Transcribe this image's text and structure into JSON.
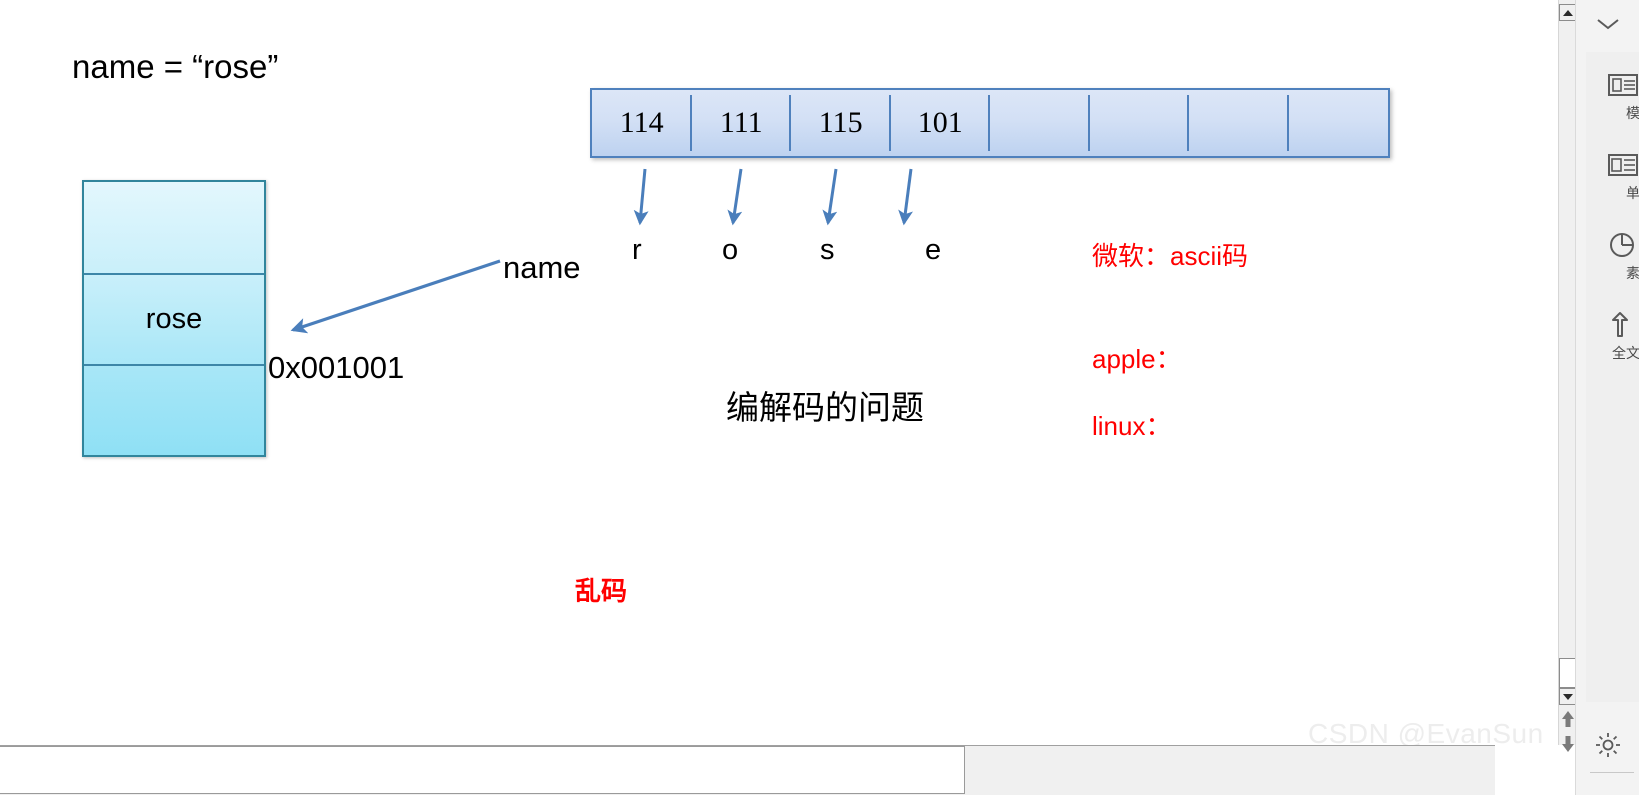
{
  "slide": {
    "assignment": "name = “rose”",
    "memory_block": {
      "cells": [
        "",
        "rose",
        ""
      ],
      "value_label": "rose",
      "pointer_label": "name",
      "address_label": "0x001001",
      "fill_top_color": "#E3F7FD",
      "fill_bottom_color": "#8FE0F5",
      "border_color": "#31859C"
    },
    "byte_array": {
      "cells": [
        "114",
        "111",
        "115",
        "101",
        "",
        "",
        "",
        ""
      ],
      "border_color": "#4F81BD",
      "fill_color": "#D3E0F5"
    },
    "decoded_chars": [
      "r",
      "o",
      "s",
      "e"
    ],
    "arrow_color": "#4A7EBB",
    "codec_caption": "编解码的问题",
    "annotations": {
      "microsoft": "微软：ascii码",
      "apple": "apple：",
      "linux": "linux：",
      "garbled": "乱码",
      "color": "#FF0000"
    }
  },
  "watermark": {
    "text": "CSDN @EvanSun"
  },
  "scrollbars": {
    "vertical": {
      "up_icon": "triangle-up",
      "down_icon": "triangle-down",
      "prev_page_icon": "double-arrow-up",
      "next_page_icon": "double-arrow-down"
    }
  },
  "right_panel": {
    "collapse_icon": "chevron-down-icon",
    "items": [
      {
        "icon": "layout-template-icon",
        "label": "模"
      },
      {
        "icon": "single-page-icon",
        "label": "单"
      },
      {
        "icon": "pie-clock-icon",
        "label": "素"
      },
      {
        "icon": "cursor-arrow-icon",
        "label": "全文"
      }
    ],
    "gear_icon": "gear-icon"
  }
}
